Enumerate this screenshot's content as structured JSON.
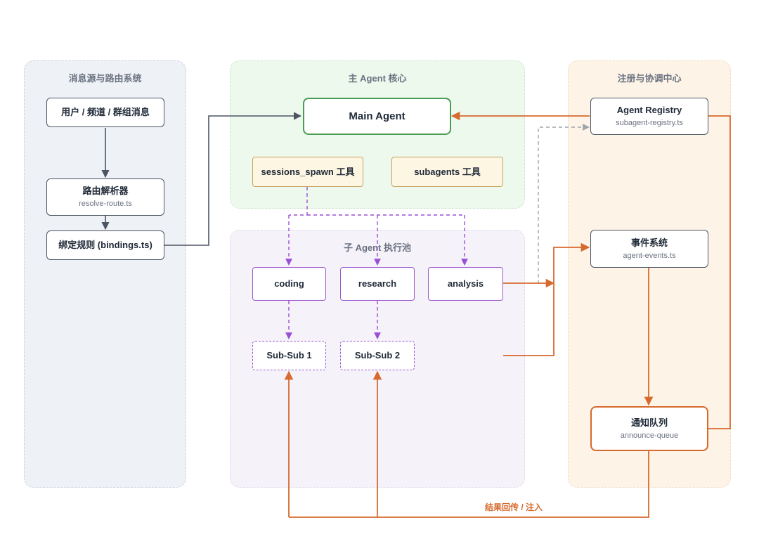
{
  "panels": {
    "source": "消息源与路由系统",
    "core": "主 Agent 核心",
    "registry": "注册与协调中心",
    "pool": "子 Agent 执行池"
  },
  "nodes": {
    "user_msg": {
      "title": "用户 / 频道 / 群组消息"
    },
    "resolver": {
      "title": "路由解析器",
      "sub": "resolve-route.ts"
    },
    "bindings": {
      "title": "绑定规则 (bindings.ts)"
    },
    "main_agent": {
      "title": "Main Agent"
    },
    "sessions_spawn": {
      "title": "sessions_spawn 工具"
    },
    "subagents_tool": {
      "title": "subagents 工具"
    },
    "agent_registry": {
      "title": "Agent Registry",
      "sub": "subagent-registry.ts"
    },
    "events": {
      "title": "事件系统",
      "sub": "agent-events.ts"
    },
    "coding": {
      "title": "coding"
    },
    "research": {
      "title": "research"
    },
    "analysis": {
      "title": "analysis"
    },
    "subsub1": {
      "title": "Sub-Sub 1"
    },
    "subsub2": {
      "title": "Sub-Sub 2"
    },
    "queue": {
      "title": "通知队列",
      "sub": "announce-queue"
    }
  },
  "edge_labels": {
    "result": "结果回传 / 注入"
  },
  "colors": {
    "source_panel": "#eef2f7",
    "core_panel": "#eef9ee",
    "pool_panel": "#f5f2fa",
    "registry_panel": "#fdf3e7",
    "gray_arrow": "#4b5563",
    "purple_arrow": "#9b4fd6",
    "orange_arrow": "#d76a2e",
    "dashed_gray": "#a0a4ab"
  }
}
